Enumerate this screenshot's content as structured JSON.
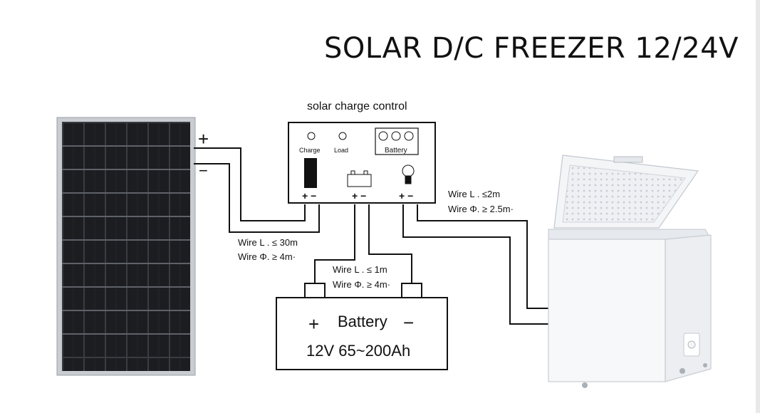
{
  "title": "SOLAR D/C FREEZER 12/24V",
  "controller": {
    "title": "solar charge control",
    "indicators": [
      "Charge",
      "Load",
      "Battery"
    ],
    "terminal_sign": "+ −"
  },
  "panel": {
    "plus": "+",
    "minus": "−"
  },
  "wire_panel": {
    "length": "Wire L . ≤ 30m",
    "diameter": "Wire Φ. ≥ 4m·"
  },
  "wire_battery": {
    "length": "Wire L . ≤ 1m",
    "diameter": "Wire Φ. ≥ 4m·"
  },
  "wire_load": {
    "length": "Wire L . ≤2m",
    "diameter": "Wire Φ. ≥ 2.5m·"
  },
  "battery": {
    "plus": "+",
    "label": "Battery",
    "minus": "−",
    "spec": "12V 65~200Ah"
  },
  "colors": {
    "line": "#111111",
    "panel_cell": "#1c1d20",
    "panel_frame": "#c9ccd0",
    "freezer": "#f2f4f6"
  }
}
